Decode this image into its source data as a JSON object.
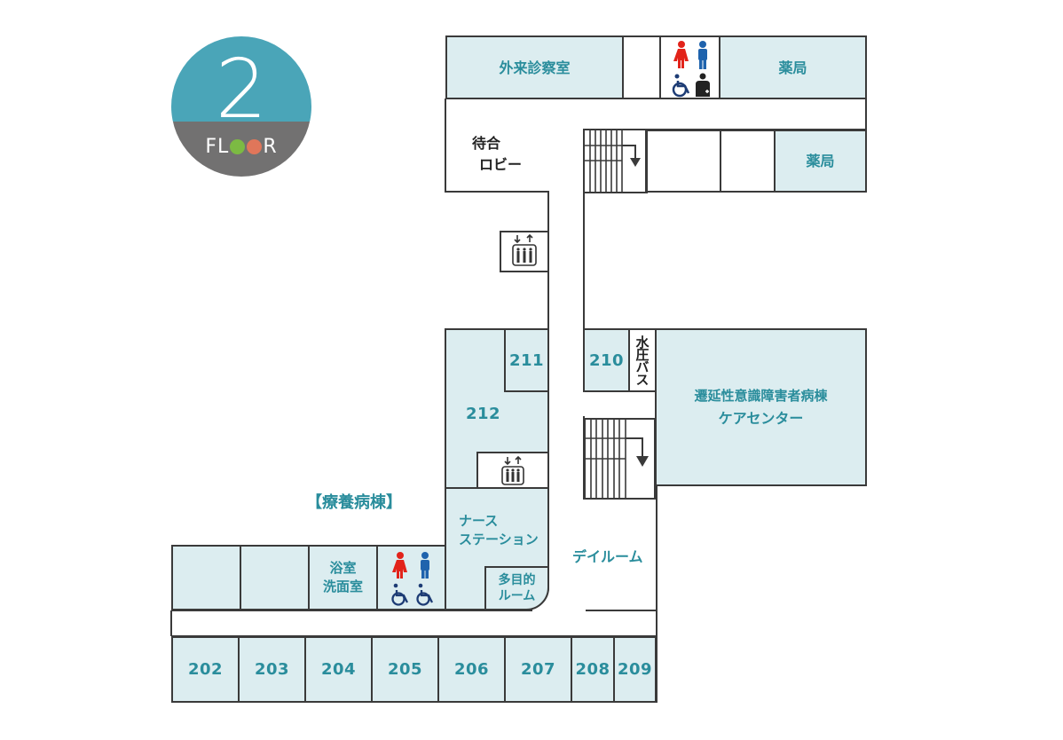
{
  "badge": {
    "floor_number": "2",
    "floor_label_prefix": "FL",
    "floor_label_suffix": "R",
    "colors": {
      "top": "#4aa5b8",
      "bottom": "#727171",
      "dot_green": "#7cba43",
      "dot_orange": "#e0765a"
    }
  },
  "section_title": "【療養病棟】",
  "rooms": {
    "outpatient_exam": "外来診察室",
    "pharmacy_top": "薬局",
    "pharmacy_second": "薬局",
    "waiting_lobby_line1": "待合",
    "waiting_lobby_line2": "ロビー",
    "r211": "211",
    "r212": "212",
    "r210": "210",
    "hydro_bath": "水圧バス",
    "care_center_line1": "遷延性意識障害者病棟",
    "care_center_line2": "ケアセンター",
    "nurse_station_line1": "ナース",
    "nurse_station_line2": "ステーション",
    "multipurpose_line1": "多目的",
    "multipurpose_line2": "ルーム",
    "day_room": "デイルーム",
    "bath_line1": "浴室",
    "bath_line2": "洗面室",
    "r202": "202",
    "r203": "203",
    "r204": "204",
    "r205": "205",
    "r206": "206",
    "r207": "207",
    "r208": "208",
    "r209": "209"
  },
  "icons": {
    "restroom_top": [
      "female-restroom",
      "male-restroom",
      "wheelchair-accessible",
      "ostomate"
    ],
    "restroom_bottom": [
      "female-restroom",
      "male-restroom",
      "wheelchair-accessible",
      "wheelchair-accessible"
    ],
    "elevators": [
      "elevator",
      "elevator"
    ],
    "stairs": [
      "stairs-down",
      "stairs-down"
    ]
  },
  "colors": {
    "room_fill": "#dcedf0",
    "label_teal": "#2a8d9c",
    "wall": "#3a3a3a",
    "female": "#e2231a",
    "male": "#1f63ad",
    "accessible": "#1d3c75"
  }
}
